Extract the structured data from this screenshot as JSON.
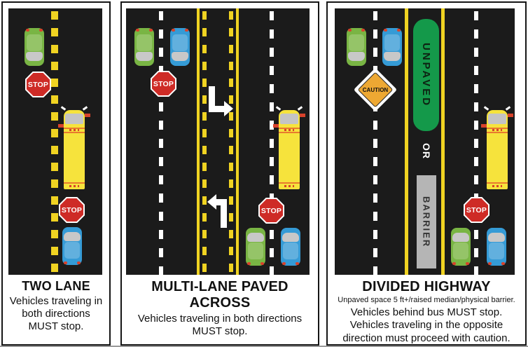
{
  "panels": [
    {
      "title": "TWO LANE",
      "lines": [
        "Vehicles traveling in",
        "both directions",
        "MUST stop."
      ]
    },
    {
      "title": "MULTI-LANE PAVED ACROSS",
      "lines": [
        "Vehicles traveling in both directions",
        "MUST stop."
      ]
    },
    {
      "title": "DIVIDED HIGHWAY",
      "subtitle": "Unpaved space 5 ft+/raised median/physical barrier.",
      "lines": [
        "Vehicles behind bus MUST stop.",
        "Vehicles traveling in the opposite",
        "direction must proceed with caution."
      ]
    }
  ],
  "signs": {
    "stop": "STOP",
    "caution": "CAUTION"
  },
  "median": {
    "unpaved": "UNPAVED",
    "or": "OR",
    "barrier": "BARRIER"
  },
  "colors": {
    "road": "#1b1b1b",
    "lane_yellow": "#f0d322",
    "lane_white": "#ffffff",
    "bus_yellow": "#f6e33c",
    "bus_stripe_orange": "#e87a2e",
    "car_green": "#79b544",
    "car_blue": "#359bd6",
    "stop_sign_red": "#ce2b26",
    "caution_orange": "#eda833",
    "median_green": "#14994a",
    "barrier_gray": "#b5b5b5"
  }
}
